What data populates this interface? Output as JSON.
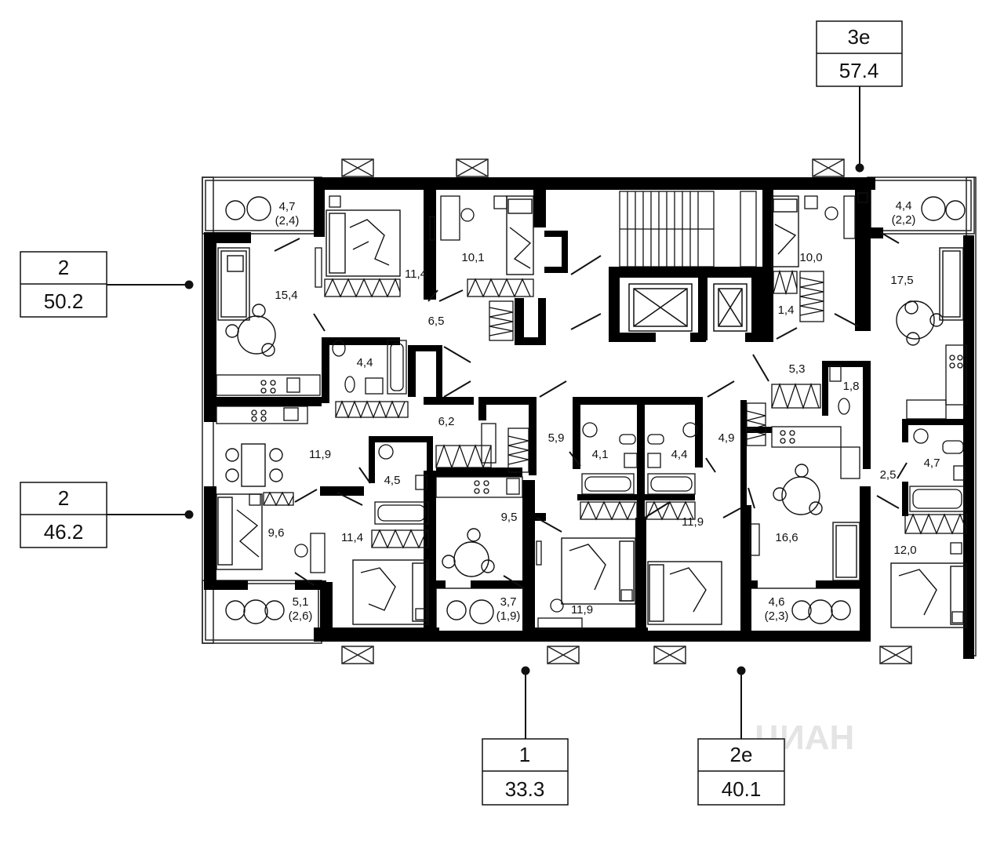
{
  "apartments": [
    {
      "type": "3е",
      "area": "57.4"
    },
    {
      "type": "2",
      "area": "50.2"
    },
    {
      "type": "2",
      "area": "46.2"
    },
    {
      "type": "1",
      "area": "33.3"
    },
    {
      "type": "2е",
      "area": "40.1"
    }
  ],
  "rooms": [
    {
      "line1": "4,7",
      "line2": "(2,4)"
    },
    {
      "line1": "11,4"
    },
    {
      "line1": "10,1"
    },
    {
      "line1": "15,4"
    },
    {
      "line1": "6,5"
    },
    {
      "line1": "4,4"
    },
    {
      "line1": "10,0"
    },
    {
      "line1": "1,4"
    },
    {
      "line1": "4,4",
      "line2": "(2,2)"
    },
    {
      "line1": "17,5"
    },
    {
      "line1": "5,3"
    },
    {
      "line1": "1,8"
    },
    {
      "line1": "6,2"
    },
    {
      "line1": "11,9"
    },
    {
      "line1": "4,5"
    },
    {
      "line1": "5,9"
    },
    {
      "line1": "4,1"
    },
    {
      "line1": "4,4"
    },
    {
      "line1": "4,9"
    },
    {
      "line1": "2,5"
    },
    {
      "line1": "4,7"
    },
    {
      "line1": "9,6"
    },
    {
      "line1": "11,4"
    },
    {
      "line1": "9,5"
    },
    {
      "line1": "16,6"
    },
    {
      "line1": "11,9"
    },
    {
      "line1": "12,0"
    },
    {
      "line1": "11,9"
    },
    {
      "line1": "5,1",
      "line2": "(2,6)"
    },
    {
      "line1": "3,7",
      "line2": "(1,9)"
    },
    {
      "line1": "4,6",
      "line2": "(2,3)"
    }
  ],
  "watermark": "ЦИАН"
}
